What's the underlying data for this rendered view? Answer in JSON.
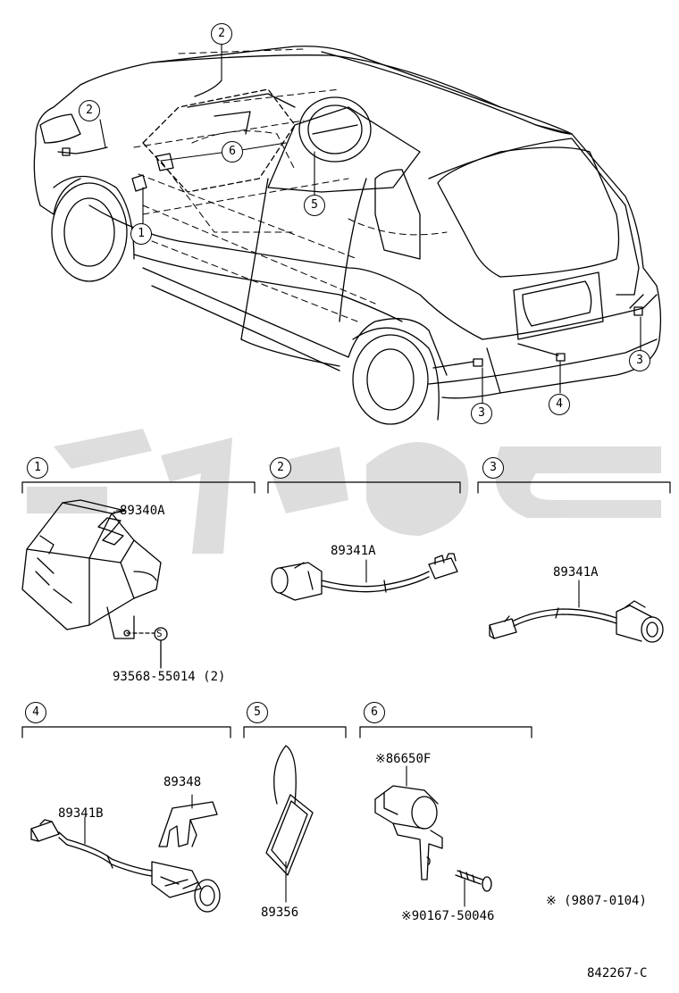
{
  "diagram": {
    "callout_labels": {
      "c1": "1",
      "c2": "2",
      "c3": "3",
      "c4": "4",
      "c5": "5",
      "c6": "6"
    },
    "sections": [
      {
        "number": "1",
        "parts": [
          "89340A"
        ],
        "hardware": "93568-55014 (2)",
        "hardware_mark": "S"
      },
      {
        "number": "2",
        "parts": [
          "89341A"
        ]
      },
      {
        "number": "3",
        "parts": [
          "89341A"
        ]
      },
      {
        "number": "4",
        "parts": [
          "89348",
          "89341B"
        ]
      },
      {
        "number": "5",
        "parts": [
          "89356"
        ]
      },
      {
        "number": "6",
        "parts": [
          "※86650F",
          "※90167-50046"
        ]
      }
    ],
    "footnote": "※ (9807-0104)",
    "diagram_code": "842267-C"
  }
}
